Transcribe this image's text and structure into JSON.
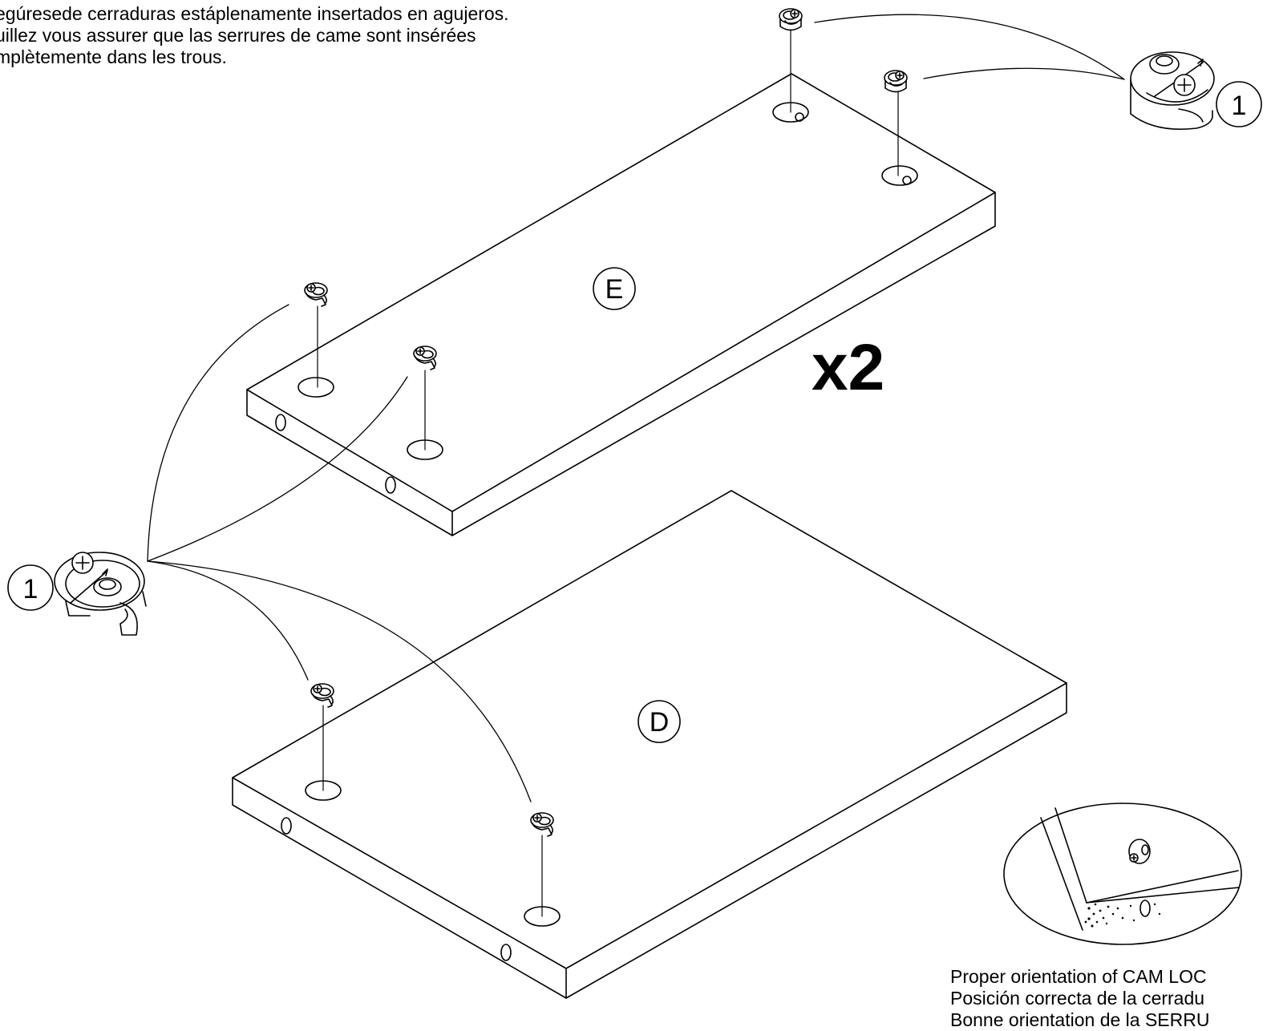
{
  "instructions": {
    "top_lines": [
      "egúresede cerraduras estáplenamente insertados en agujeros.",
      "uillez vous assurer que las serrures de came sont insérées",
      "mplètemente dans les trous."
    ],
    "bottom_lines": [
      "Proper orientation of CAM LOC",
      "Posición correcta de la cerradu",
      "Bonne orientation de la SERRU"
    ]
  },
  "diagram": {
    "panel_e_label": "E",
    "panel_d_label": "D",
    "part_callout_top": "1",
    "part_callout_left": "1",
    "quantity": "x2"
  }
}
